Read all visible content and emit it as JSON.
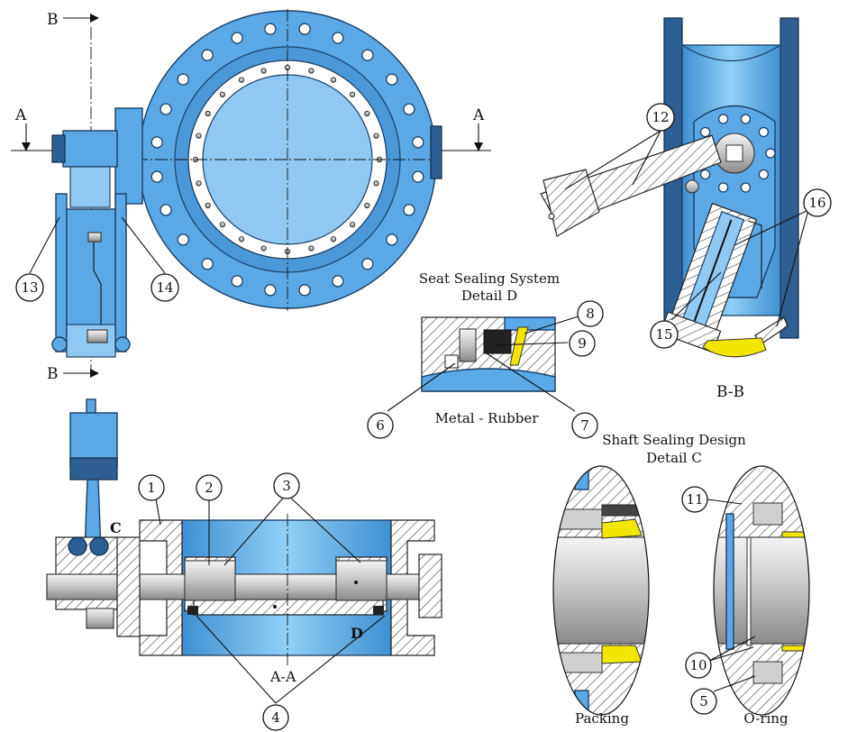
{
  "sections": {
    "b_top": "B",
    "b_bottom": "B",
    "a_left": "A",
    "a_right": "A"
  },
  "labels": {
    "seat_title_line1": "Seat Sealing System",
    "seat_title_line2": "Detail D",
    "metal_rubber": "Metal - Rubber",
    "bb": "B-B",
    "shaft_title_line1": "Shaft Sealing Design",
    "shaft_title_line2": "Detail C",
    "aa": "A-A",
    "detail_c_mark": "C",
    "detail_d_mark": "D",
    "packing": "Packing",
    "oring": "O-ring"
  },
  "callouts": [
    "1",
    "2",
    "3",
    "4",
    "5",
    "6",
    "7",
    "8",
    "9",
    "10",
    "11",
    "12",
    "13",
    "14",
    "15",
    "16"
  ],
  "colors": {
    "body_blue": "#5aa9e6",
    "light_blue": "#8fc8f2",
    "dark_blue": "#2d5f94",
    "seal_yellow": "#f2e600"
  }
}
